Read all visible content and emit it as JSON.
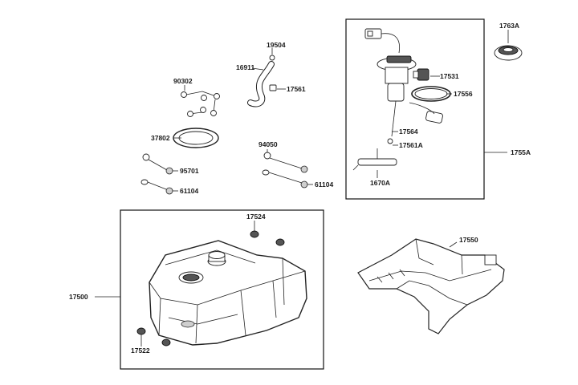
{
  "parts": {
    "p1763A": "1763A",
    "p19504": "19504",
    "p16911": "16911",
    "p90302": "90302",
    "p17561": "17561",
    "p17531": "17531",
    "p17556": "17556",
    "p37802": "37802",
    "p17564": "17564",
    "p17561A": "17561A",
    "p94050": "94050",
    "p1755A": "1755A",
    "p95701": "95701",
    "p61104a": "61104",
    "p61104b": "61104",
    "p1670A": "1670A",
    "p17524": "17524",
    "p17550": "17550",
    "p17500": "17500",
    "p17522": "17522"
  }
}
